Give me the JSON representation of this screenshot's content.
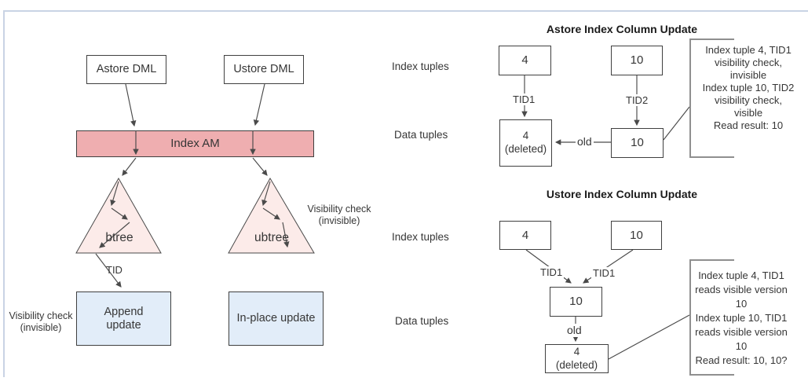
{
  "colors": {
    "frame-border": "#c9d3e4",
    "line": "#4a4a4a",
    "box-border": "#404040",
    "index-am-fill": "#efaeb0",
    "triangle-fill": "#fcebe9",
    "update-box-fill": "#e2edf9",
    "bracket": "#8f8f8f",
    "text": "#363636"
  },
  "left_diagram": {
    "astore_dml": "Astore DML",
    "ustore_dml": "Ustore DML",
    "index_am": "Index AM",
    "btree": "btree",
    "ubtree": "ubtree",
    "tid_label": "TID",
    "append_update": [
      "Append",
      "update"
    ],
    "inplace_update": "In-place update",
    "visibility_check_left": [
      "Visibility check",
      "(invisible)"
    ],
    "visibility_check_right": [
      "Visibility check",
      "(invisible)"
    ]
  },
  "astore_panel": {
    "title": "Astore Index Column Update",
    "row_labels": {
      "index": "Index tuples",
      "data": "Data tuples"
    },
    "index_tuple_1": "4",
    "index_tuple_2": "10",
    "tid1": "TID1",
    "tid2": "TID2",
    "data_tuple_deleted": [
      "4",
      "(deleted)"
    ],
    "data_tuple_new": "10",
    "old_label": "old",
    "note": [
      "Index tuple 4, TID1",
      "visibility check,",
      "invisible",
      "Index tuple 10, TID2",
      "visibility check,",
      "visible",
      "Read result: 10"
    ]
  },
  "ustore_panel": {
    "title": "Ustore Index Column Update",
    "row_labels": {
      "index": "Index tuples",
      "data": "Data tuples"
    },
    "index_tuple_1": "4",
    "index_tuple_2": "10",
    "tid1_left": "TID1",
    "tid1_right": "TID1",
    "data_tuple_new": "10",
    "old_label": "old",
    "data_tuple_deleted": [
      "4",
      "(deleted)"
    ],
    "note": [
      "Index tuple 4, TID1",
      "reads visible version",
      "10",
      "Index tuple 10, TID1",
      "reads visible version",
      "10",
      "Read result: 10, 10?"
    ]
  }
}
